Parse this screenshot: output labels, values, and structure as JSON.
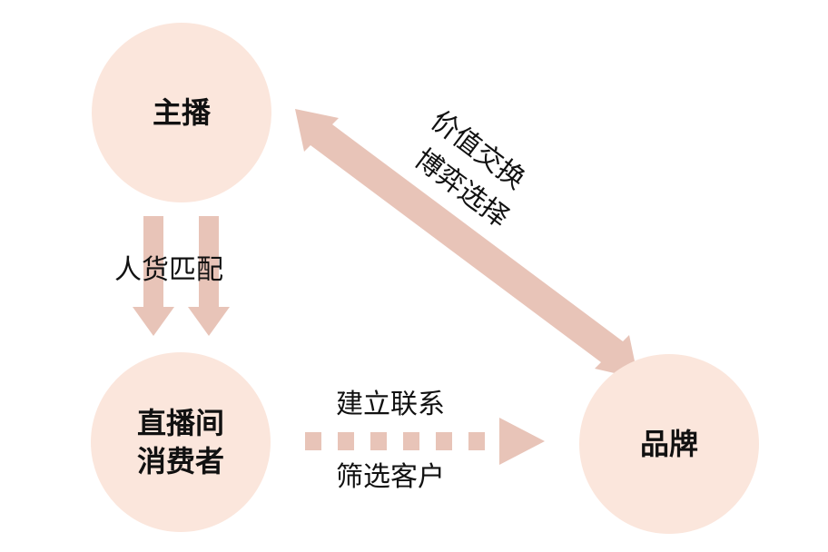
{
  "colors": {
    "node_fill": "#fbe6dc",
    "arrow": "#e8c4b8",
    "text": "#111111"
  },
  "nodes": {
    "anchor": {
      "label": "主播"
    },
    "consumer": {
      "line1": "直播间",
      "line2": "消费者"
    },
    "brand": {
      "label": "品牌"
    }
  },
  "edges": {
    "anchor_to_consumer": {
      "label": "人货匹配"
    },
    "consumer_to_brand": {
      "label_top": "建立联系",
      "label_bottom": "筛选客户"
    },
    "anchor_brand": {
      "label_line1": "价值交换",
      "label_line2": "博弈选择"
    }
  }
}
